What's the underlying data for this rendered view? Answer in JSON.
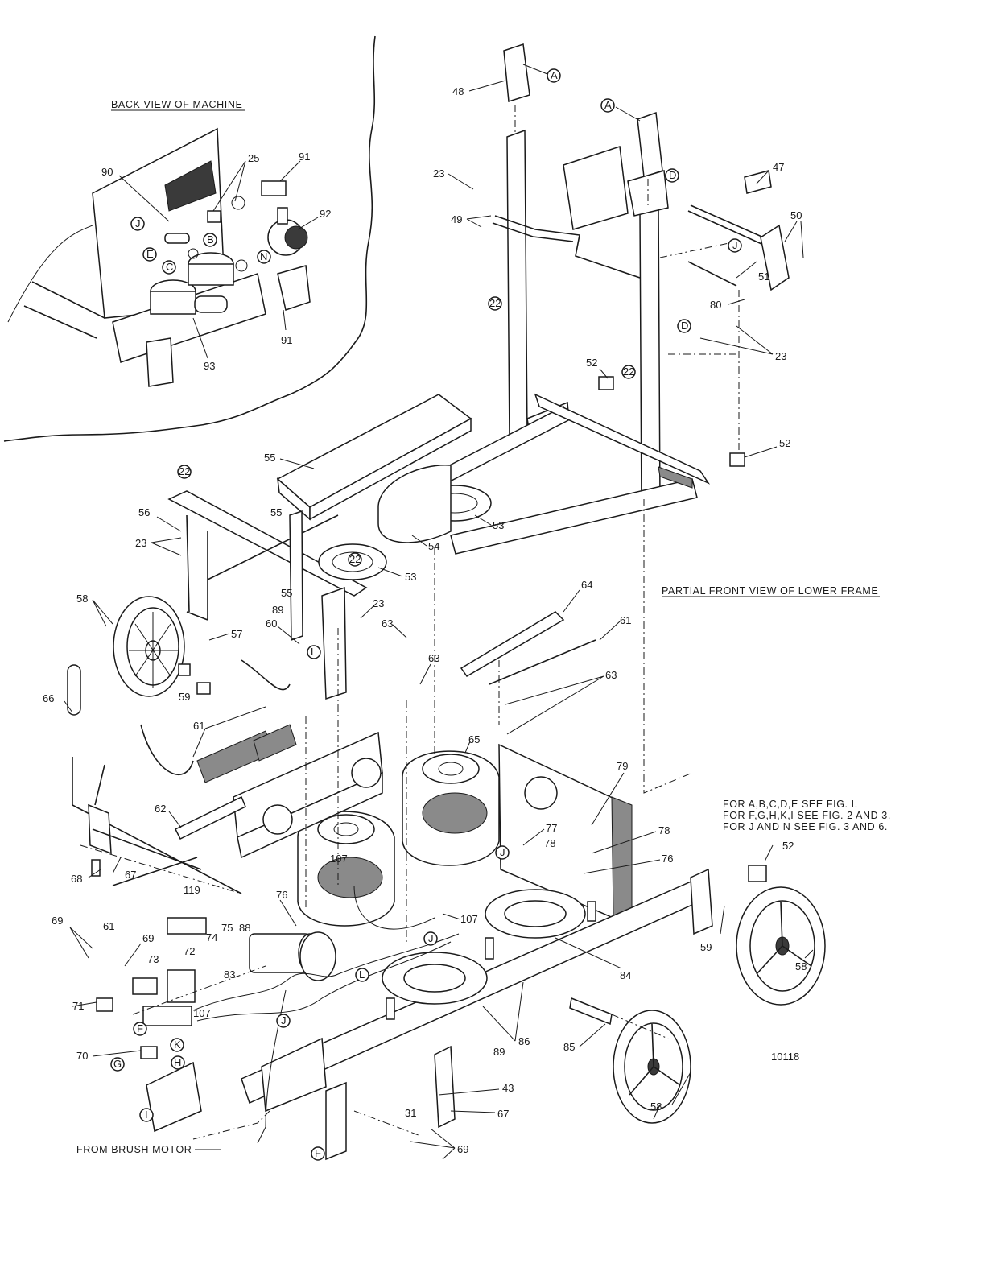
{
  "captions": {
    "back_view": "BACK VIEW OF MACHINE",
    "front_view": "PARTIAL FRONT VIEW OF LOWER FRAME",
    "note_1": "FOR A,B,C,D,E SEE FIG. I.",
    "note_2": "FOR F,G,H,K,I SEE FIG. 2 AND 3.",
    "note_3": "FOR J AND N SEE FIG. 3 AND 6.",
    "brush_motor": "FROM BRUSH MOTOR",
    "drawing_number": "10118"
  },
  "part_labels": [
    {
      "id": "p48",
      "text": "48"
    },
    {
      "id": "p23a",
      "text": "23"
    },
    {
      "id": "p49",
      "text": "49"
    },
    {
      "id": "p47",
      "text": "47"
    },
    {
      "id": "p50",
      "text": "50"
    },
    {
      "id": "p51",
      "text": "51"
    },
    {
      "id": "p80",
      "text": "80"
    },
    {
      "id": "p23b",
      "text": "23"
    },
    {
      "id": "p52a",
      "text": "52"
    },
    {
      "id": "p52b",
      "text": "52"
    },
    {
      "id": "p55a",
      "text": "55"
    },
    {
      "id": "p56",
      "text": "56"
    },
    {
      "id": "p55b",
      "text": "55"
    },
    {
      "id": "p23c",
      "text": "23"
    },
    {
      "id": "p53a",
      "text": "53"
    },
    {
      "id": "p54",
      "text": "54"
    },
    {
      "id": "p53b",
      "text": "53"
    },
    {
      "id": "p58a",
      "text": "58"
    },
    {
      "id": "p55c",
      "text": "55"
    },
    {
      "id": "p89a",
      "text": "89"
    },
    {
      "id": "p23d",
      "text": "23"
    },
    {
      "id": "p60",
      "text": "60"
    },
    {
      "id": "p57",
      "text": "57"
    },
    {
      "id": "p63a",
      "text": "63"
    },
    {
      "id": "p64",
      "text": "64"
    },
    {
      "id": "p61a",
      "text": "61"
    },
    {
      "id": "p63b",
      "text": "63"
    },
    {
      "id": "p63c",
      "text": "63"
    },
    {
      "id": "p59a",
      "text": "59"
    },
    {
      "id": "p66",
      "text": "66"
    },
    {
      "id": "p61b",
      "text": "61"
    },
    {
      "id": "p65",
      "text": "65"
    },
    {
      "id": "p79",
      "text": "79"
    },
    {
      "id": "p62",
      "text": "62"
    },
    {
      "id": "p107a",
      "text": "107"
    },
    {
      "id": "p77",
      "text": "77"
    },
    {
      "id": "p78a",
      "text": "78"
    },
    {
      "id": "p78b",
      "text": "78"
    },
    {
      "id": "p76a",
      "text": "76"
    },
    {
      "id": "p68",
      "text": "68"
    },
    {
      "id": "p67a",
      "text": "67"
    },
    {
      "id": "p76b",
      "text": "76"
    },
    {
      "id": "p119",
      "text": "119"
    },
    {
      "id": "p61c",
      "text": "61"
    },
    {
      "id": "p69a",
      "text": "69"
    },
    {
      "id": "p69b",
      "text": "69"
    },
    {
      "id": "p75",
      "text": "75"
    },
    {
      "id": "p88",
      "text": "88"
    },
    {
      "id": "p107b",
      "text": "107"
    },
    {
      "id": "p74",
      "text": "74"
    },
    {
      "id": "p73",
      "text": "73"
    },
    {
      "id": "p72",
      "text": "72"
    },
    {
      "id": "p83",
      "text": "83"
    },
    {
      "id": "p71",
      "text": "71"
    },
    {
      "id": "p107c",
      "text": "107"
    },
    {
      "id": "p70",
      "text": "70"
    },
    {
      "id": "p84",
      "text": "84"
    },
    {
      "id": "p59b",
      "text": "59"
    },
    {
      "id": "p58b",
      "text": "58"
    },
    {
      "id": "p52c",
      "text": "52"
    },
    {
      "id": "p86",
      "text": "86"
    },
    {
      "id": "p89b",
      "text": "89"
    },
    {
      "id": "p85",
      "text": "85"
    },
    {
      "id": "p58c",
      "text": "58"
    },
    {
      "id": "p43",
      "text": "43"
    },
    {
      "id": "p67b",
      "text": "67"
    },
    {
      "id": "p31",
      "text": "31"
    },
    {
      "id": "p69c",
      "text": "69"
    },
    {
      "id": "p90",
      "text": "90"
    },
    {
      "id": "p25",
      "text": "25"
    },
    {
      "id": "p91a",
      "text": "91"
    },
    {
      "id": "p92",
      "text": "92"
    },
    {
      "id": "p91b",
      "text": "91"
    },
    {
      "id": "p93",
      "text": "93"
    },
    {
      "id": "p22a",
      "text": "22"
    },
    {
      "id": "p22b",
      "text": "22"
    },
    {
      "id": "p22c",
      "text": "22"
    },
    {
      "id": "p22d",
      "text": "22"
    }
  ],
  "ref_letters": [
    {
      "id": "rA1",
      "text": "A"
    },
    {
      "id": "rA2",
      "text": "A"
    },
    {
      "id": "rD1",
      "text": "D"
    },
    {
      "id": "rD2",
      "text": "D"
    },
    {
      "id": "rJ1",
      "text": "J"
    },
    {
      "id": "rJ2",
      "text": "J"
    },
    {
      "id": "rJ3",
      "text": "J"
    },
    {
      "id": "rJ4",
      "text": "J"
    },
    {
      "id": "rJ5",
      "text": "J"
    },
    {
      "id": "rL1",
      "text": "L"
    },
    {
      "id": "rL2",
      "text": "L"
    },
    {
      "id": "rE",
      "text": "E"
    },
    {
      "id": "rB",
      "text": "B"
    },
    {
      "id": "rC",
      "text": "C"
    },
    {
      "id": "rN",
      "text": "N"
    },
    {
      "id": "rF1",
      "text": "F"
    },
    {
      "id": "rF2",
      "text": "F"
    },
    {
      "id": "rG",
      "text": "G"
    },
    {
      "id": "rK",
      "text": "K"
    },
    {
      "id": "rH",
      "text": "H"
    },
    {
      "id": "rI",
      "text": "I"
    }
  ]
}
